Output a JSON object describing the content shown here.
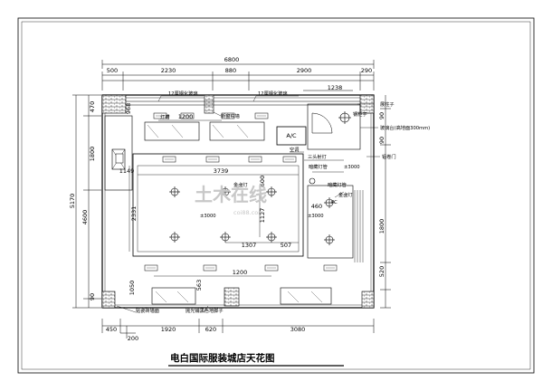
{
  "title": "电白国际服装城店天花图",
  "watermark": "土木在线",
  "watermark_sub": "coi88.com",
  "dims_top": {
    "total": "6800",
    "segments": [
      "500",
      "2230",
      "880",
      "2900",
      "290"
    ],
    "inner": "1238"
  },
  "dims_bottom": {
    "segments": [
      "450",
      "1920",
      "620",
      "3080"
    ],
    "extra": "200"
  },
  "dims_left": {
    "total": "5170",
    "segments": [
      "4600",
      "470",
      "1800",
      "90"
    ]
  },
  "dims_right": {
    "segments": [
      "1800",
      "520",
      "90",
      "90"
    ]
  },
  "dims_inner": {
    "d1200_top": "1200",
    "d1149": "1149",
    "d3739": "3739",
    "d2331": "2331",
    "d1127": "1127",
    "d1307": "1307",
    "d507": "507",
    "d1200_bottom": "1200",
    "d600": "600",
    "d460": "460",
    "d563": "563",
    "d968": "968",
    "d1050": "1050"
  },
  "labels": {
    "glass_a": "12厘钢化玻璃",
    "glass_b": "12厘钢化玻璃",
    "light_trough": "灯槽",
    "curtain": "新窗帘墙",
    "ac": "A/C",
    "ac_text": "空调",
    "triple_spot": "三头射灯",
    "recessed_tube_1": "暗藏灯管",
    "recessed_tube_2": "暗藏灯管",
    "spot_1": "金卤灯",
    "spot_2": "金卤灯",
    "cabinet": "钢柜子",
    "signboard": "玻璃台(高地面300mm)",
    "shutter_door": "铝卷门",
    "holder": "展柱子",
    "h3000_a": "±3000",
    "h3000_b": "±3000",
    "h3000_c": "±3000",
    "bottom_left_text": "贴瓷砖墙面",
    "bottom_mid_text": "抛光铺黑色地脚子",
    "pc": "PC"
  }
}
